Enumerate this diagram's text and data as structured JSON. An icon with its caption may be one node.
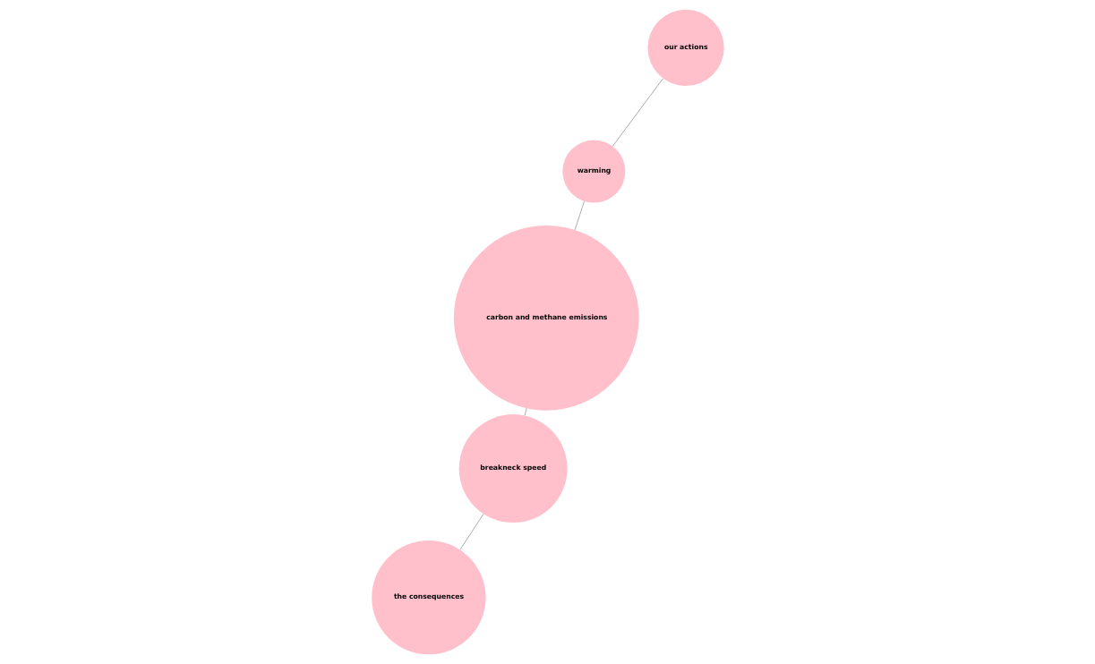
{
  "diagram": {
    "nodes": [
      {
        "text": [
          "the consequences"
        ]
      },
      {
        "text": [
          "breakneck speed"
        ]
      },
      {
        "text": [
          "carbon and methane emissions"
        ]
      },
      {
        "text": [
          "warming"
        ]
      },
      {
        "text": [
          "our actions"
        ]
      }
    ],
    "edges": [
      {
        "from": 0,
        "to": 1,
        "arrow": "none"
      },
      {
        "from": 1,
        "to": 2,
        "arrow": "none"
      },
      {
        "from": 2,
        "to": 3,
        "arrow": "none"
      },
      {
        "from": 3,
        "to": 4,
        "arrow": "none"
      }
    ]
  }
}
